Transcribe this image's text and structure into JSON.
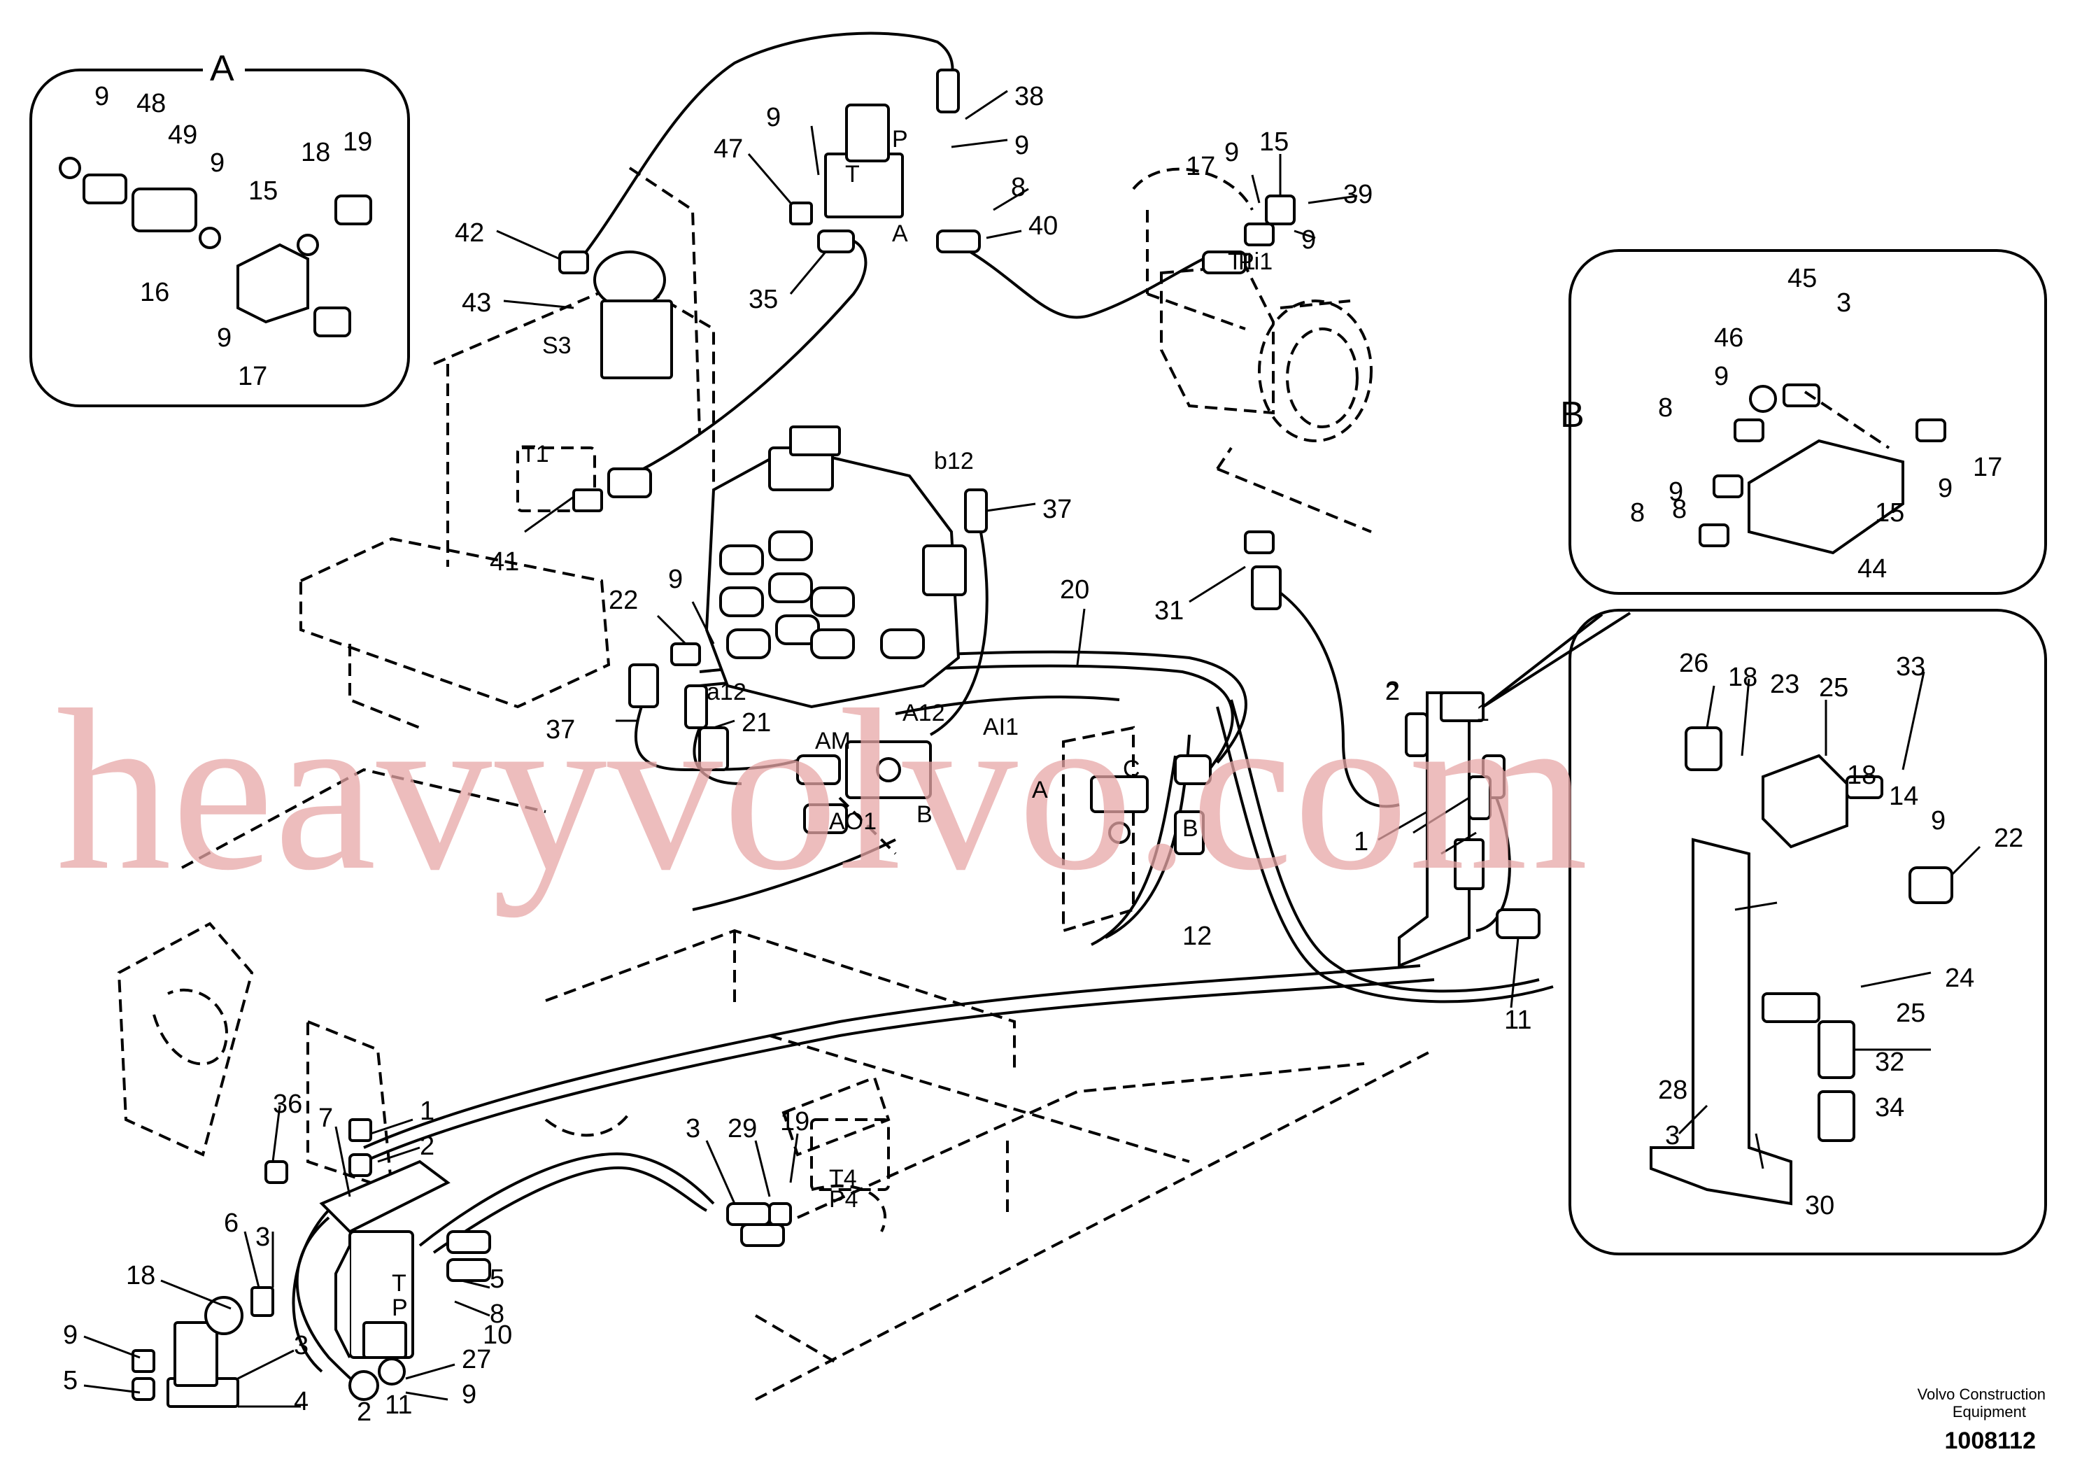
{
  "diagram": {
    "watermark": "heavyvolvo.com",
    "footer": {
      "brand_line1": "Volvo Construction",
      "brand_line2": "Equipment",
      "drawing_number": "1008112"
    },
    "detail_a": {
      "title": "A",
      "labels": [
        "9",
        "48",
        "49",
        "9",
        "15",
        "18",
        "19",
        "16",
        "9",
        "17"
      ]
    },
    "detail_b": {
      "title": "B",
      "labels": [
        "45",
        "3",
        "46",
        "9",
        "8",
        "17",
        "9",
        "15",
        "8",
        "44",
        "9",
        "8"
      ]
    },
    "detail_c": {
      "labels": [
        "26",
        "18",
        "23",
        "25",
        "33",
        "18",
        "14",
        "9",
        "22",
        "24",
        "25",
        "32",
        "34",
        "28",
        "3",
        "30"
      ]
    },
    "main": {
      "labels": [
        "38",
        "9",
        "9",
        "47",
        "8",
        "40",
        "35",
        "42",
        "43",
        "17",
        "9",
        "15",
        "39",
        "9",
        "41",
        "37",
        "22",
        "9",
        "21",
        "37",
        "20",
        "31",
        "2",
        "1",
        "12",
        "11",
        "36",
        "7",
        "1",
        "2",
        "3",
        "29",
        "19",
        "18",
        "6",
        "3",
        "5",
        "8",
        "10",
        "9",
        "5",
        "3",
        "4",
        "27",
        "9",
        "11",
        "2",
        "1"
      ],
      "port_tags": [
        "P",
        "T",
        "A",
        "S3",
        "Pi1",
        "T1",
        "b12",
        "a12",
        "AM",
        "A12",
        "AI1",
        "AO1",
        "T1",
        "B",
        "C",
        "B",
        "A",
        "T4",
        "P4",
        "T",
        "P",
        "2",
        "1"
      ]
    }
  }
}
